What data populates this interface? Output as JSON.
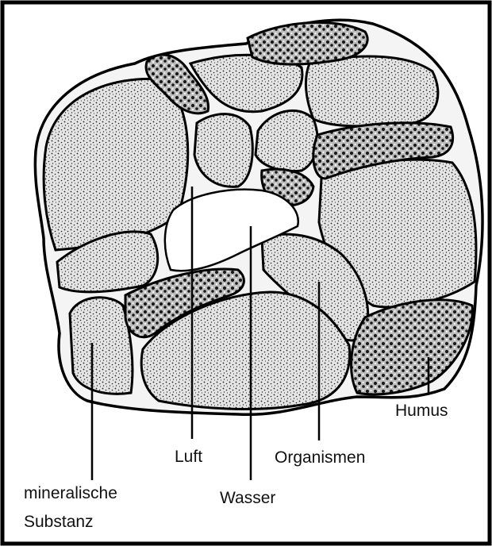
{
  "labels": {
    "humus": "Humus",
    "luft": "Luft",
    "organismen": "Organismen",
    "wasser": "Wasser",
    "mineral_line1": "mineralische",
    "mineral_line2": "Substanz"
  },
  "colors": {
    "ink": "#111111",
    "mineral_fill": "#d9d9d9",
    "humus_fill": "#9a9a9a",
    "background": "#ffffff"
  }
}
